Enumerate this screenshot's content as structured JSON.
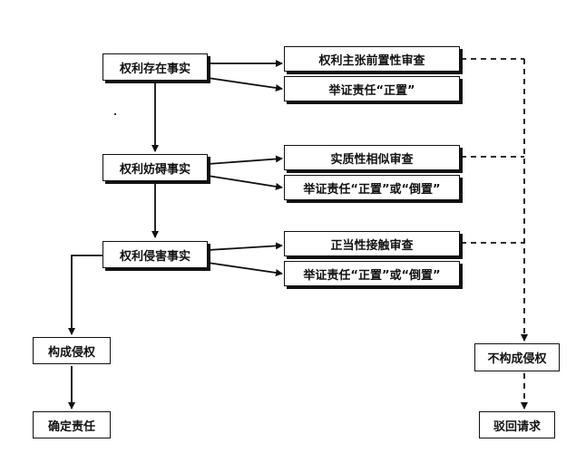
{
  "nodes": {
    "existence": "权利存在事实",
    "obstruction": "权利妨碍事实",
    "infringement": "权利侵害事实",
    "review_existence": "权利主张前置性审查",
    "burden_existence": "举证责任“正置”",
    "review_similarity": "实质性相似审查",
    "burden_similarity": "举证责任“正置”或“倒置”",
    "review_access": "正当性接触审查",
    "burden_access": "举证责任“正置”或“倒置”",
    "constitutes": "构成侵权",
    "liability": "确定责任",
    "not_constitutes": "不构成侵权",
    "reject": "驳回请求"
  }
}
